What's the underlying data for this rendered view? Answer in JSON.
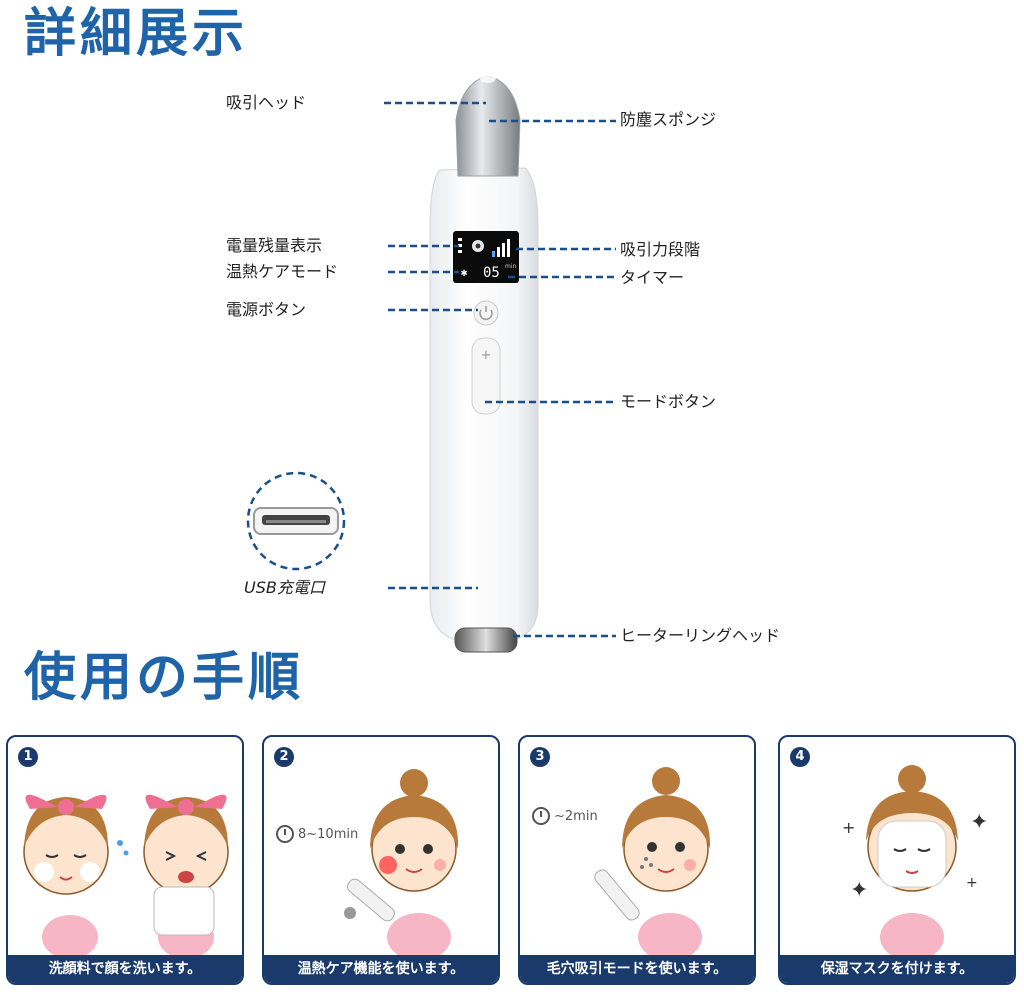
{
  "section1": {
    "title": "詳細展示",
    "labels": {
      "suction_head": "吸引ヘッド",
      "sponge": "防塵スポンジ",
      "battery": "電量残量表示",
      "heat_mode": "温熱ケアモード",
      "suction_level": "吸引力段階",
      "timer": "タイマー",
      "power_button": "電源ボタン",
      "mode_button": "モードボタン",
      "usb_port": "USB充電口",
      "heater_ring": "ヒーターリングヘッド"
    },
    "screen": {
      "timer_value": "05",
      "unit": "min"
    },
    "mode_plus": "+"
  },
  "section2": {
    "title": "使用の手順",
    "steps": [
      {
        "num": "1",
        "caption": "洗顔料で顔を洗います。",
        "timer": ""
      },
      {
        "num": "2",
        "caption": "温熱ケア機能を使います。",
        "timer": "8~10min"
      },
      {
        "num": "3",
        "caption": "毛穴吸引モードを使います。",
        "timer": "~2min"
      },
      {
        "num": "4",
        "caption": "保湿マスクを付けます。",
        "timer": ""
      }
    ]
  },
  "colors": {
    "heading": "#1f63a8",
    "panel": "#1a3a6b",
    "leader": "#1a4f8a"
  }
}
